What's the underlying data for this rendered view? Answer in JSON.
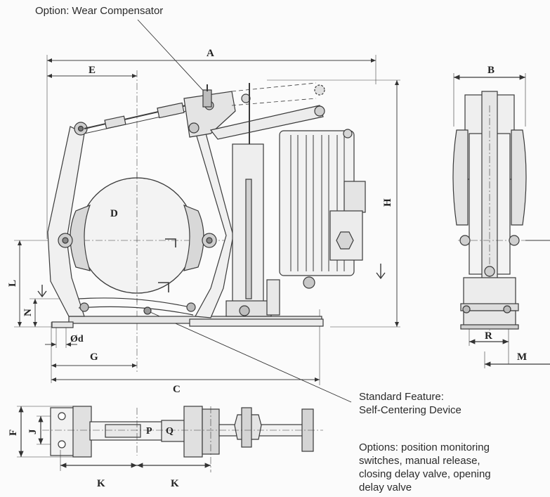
{
  "captions": {
    "wear_compensator": "Option: Wear Compensator",
    "std_feature_line1": "Standard Feature:",
    "std_feature_line2": "Self-Centering Device",
    "options_line1": "Options: position monitoring",
    "options_line2": "switches, manual release,",
    "options_line3": "closing delay valve, opening",
    "options_line4": "delay valve"
  },
  "dimensions": {
    "A": "A",
    "B": "B",
    "C": "C",
    "D": "D",
    "E": "E",
    "F": "F",
    "G": "G",
    "H": "H",
    "J": "J",
    "K1": "K",
    "K2": "K",
    "L": "L",
    "M": "M",
    "N": "N",
    "R": "R",
    "d": "Ød",
    "P": "P",
    "Q": "Q"
  }
}
